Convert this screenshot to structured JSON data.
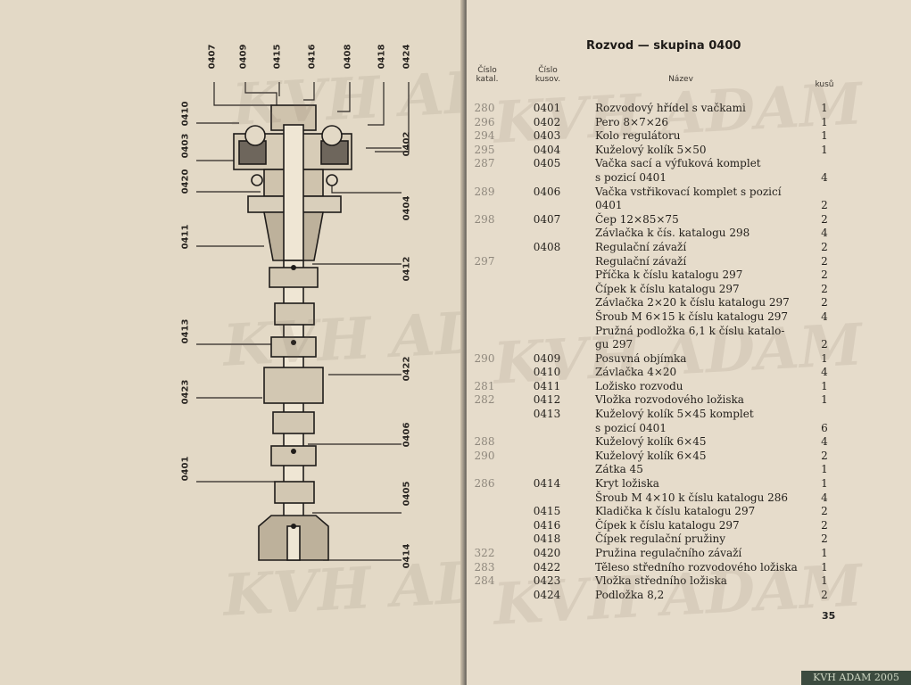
{
  "left_page": {
    "callouts": [
      "0407",
      "0409",
      "0415",
      "0416",
      "0408",
      "0418",
      "0424",
      "0410",
      "0403",
      "0420",
      "0411",
      "0413",
      "0423",
      "0401",
      "0402",
      "0404",
      "0412",
      "0422",
      "0406",
      "0405",
      "0414"
    ]
  },
  "right_page": {
    "title": "Rozvod — skupina 0400",
    "headers": {
      "col1": "Číslo katal.",
      "col2": "Číslo kusov.",
      "col3": "Název",
      "col4": "kusů"
    },
    "rows": [
      {
        "katal": "280",
        "kusov": "0401",
        "nazev": "Rozvodový hřídel s vačkami",
        "kusu": "1"
      },
      {
        "katal": "296",
        "kusov": "0402",
        "nazev": "Pero 8×7×26",
        "kusu": "1"
      },
      {
        "katal": "294",
        "kusov": "0403",
        "nazev": "Kolo regulátoru",
        "kusu": "1"
      },
      {
        "katal": "295",
        "kusov": "0404",
        "nazev": "Kuželový kolík 5×50",
        "kusu": "1"
      },
      {
        "katal": "287",
        "kusov": "0405",
        "nazev": "Vačka sací a výfuková komplet",
        "kusu": ""
      },
      {
        "katal": "",
        "kusov": "",
        "nazev": "s pozicí 0401",
        "kusu": "4"
      },
      {
        "katal": "289",
        "kusov": "0406",
        "nazev": "Vačka vstřikovací komplet s pozicí",
        "kusu": ""
      },
      {
        "katal": "",
        "kusov": "",
        "nazev": "0401",
        "kusu": "2"
      },
      {
        "katal": "298",
        "kusov": "0407",
        "nazev": "Čep 12×85×75",
        "kusu": "2"
      },
      {
        "katal": "",
        "kusov": "",
        "nazev": "Závlačka k čís. katalogu 298",
        "kusu": "4"
      },
      {
        "katal": "",
        "kusov": "0408",
        "nazev": "Regulační závaží",
        "kusu": "2"
      },
      {
        "katal": "297",
        "kusov": "",
        "nazev": "Regulační závaží",
        "kusu": "2"
      },
      {
        "katal": "",
        "kusov": "",
        "nazev": "Příčka k číslu katalogu 297",
        "kusu": "2"
      },
      {
        "katal": "",
        "kusov": "",
        "nazev": "Čípek k číslu katalogu 297",
        "kusu": "2"
      },
      {
        "katal": "",
        "kusov": "",
        "nazev": "Závlačka 2×20 k číslu katalogu 297",
        "kusu": "2"
      },
      {
        "katal": "",
        "kusov": "",
        "nazev": "Šroub M 6×15 k číslu katalogu 297",
        "kusu": "4"
      },
      {
        "katal": "",
        "kusov": "",
        "nazev": "Pružná podložka 6,1 k číslu katalo-",
        "kusu": ""
      },
      {
        "katal": "",
        "kusov": "",
        "nazev": "gu 297",
        "kusu": "2"
      },
      {
        "katal": "290",
        "kusov": "0409",
        "nazev": "Posuvná objímka",
        "kusu": "1"
      },
      {
        "katal": "",
        "kusov": "0410",
        "nazev": "Závlačka 4×20",
        "kusu": "4"
      },
      {
        "katal": "281",
        "kusov": "0411",
        "nazev": "Ložisko rozvodu",
        "kusu": "1"
      },
      {
        "katal": "282",
        "kusov": "0412",
        "nazev": "Vložka rozvodového ložiska",
        "kusu": "1"
      },
      {
        "katal": "",
        "kusov": "0413",
        "nazev": "Kuželový kolík 5×45 komplet",
        "kusu": ""
      },
      {
        "katal": "",
        "kusov": "",
        "nazev": "s pozicí 0401",
        "kusu": "6"
      },
      {
        "katal": "288",
        "kusov": "",
        "nazev": "Kuželový kolík 6×45",
        "kusu": "4"
      },
      {
        "katal": "290",
        "kusov": "",
        "nazev": "Kuželový kolík 6×45",
        "kusu": "2"
      },
      {
        "katal": "",
        "kusov": "",
        "nazev": "Zátka 45",
        "kusu": "1"
      },
      {
        "katal": "286",
        "kusov": "0414",
        "nazev": "Kryt ložiska",
        "kusu": "1"
      },
      {
        "katal": "",
        "kusov": "",
        "nazev": "Šroub M 4×10 k číslu katalogu 286",
        "kusu": "4"
      },
      {
        "katal": "",
        "kusov": "0415",
        "nazev": "Kladička k číslu katalogu 297",
        "kusu": "2"
      },
      {
        "katal": "",
        "kusov": "0416",
        "nazev": "Čípek k číslu katalogu 297",
        "kusu": "2"
      },
      {
        "katal": "",
        "kusov": "0418",
        "nazev": "Čípek regulační pružiny",
        "kusu": "2"
      },
      {
        "katal": "322",
        "kusov": "0420",
        "nazev": "Pružina regulačního závaží",
        "kusu": "1"
      },
      {
        "katal": "283",
        "kusov": "0422",
        "nazev": "Těleso středního rozvodového ložiska",
        "kusu": "1"
      },
      {
        "katal": "284",
        "kusov": "0423",
        "nazev": "Vložka středního ložiska",
        "kusu": "1"
      },
      {
        "katal": "",
        "kusov": "0424",
        "nazev": "Podložka 8,2",
        "kusu": "2"
      }
    ],
    "page_number": "35"
  },
  "watermark": "KVH ADAM",
  "corner_stamp": "KVH ADAM 2005",
  "colors": {
    "paper_left": "#e3d9c6",
    "paper_right": "#e6dccb",
    "ink": "#221f1b"
  }
}
